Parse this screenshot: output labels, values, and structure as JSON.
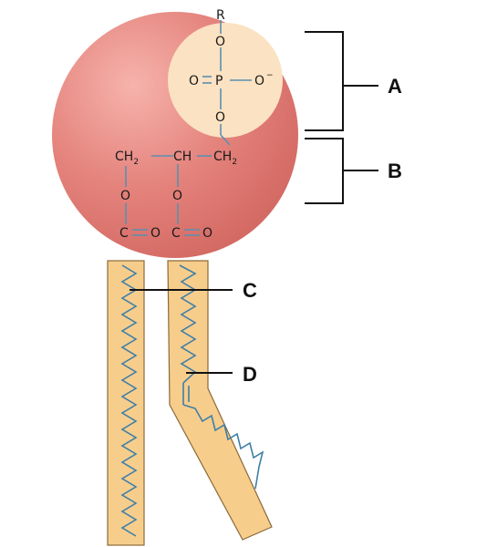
{
  "colors": {
    "head_outer": "#d9746f",
    "head_inner": "#f6a8a0",
    "phosphate_disc": "#fbe2c2",
    "tail_fill": "#f7cd8c",
    "tail_stroke": "#8a6a3a",
    "bond": "#5b8fb0",
    "chain": "#3e7fa6",
    "bracket": "#111111"
  },
  "head": {
    "r_group": "R",
    "o_top": "O",
    "o_bottom": "O",
    "o_left": "O",
    "p_atom": "P",
    "o_right": "O",
    "charge": "−",
    "ch2_left": "CH",
    "ch2_left_sub": "2",
    "ch_middle": "CH",
    "ch2_right": "CH",
    "ch2_right_sub": "2",
    "o_ester_left": "O",
    "o_ester_right": "O",
    "c_left": "C",
    "o_carbonyl_left": "O",
    "c_right": "C",
    "o_carbonyl_right": "O"
  },
  "labels": {
    "a": "A",
    "b": "B",
    "c": "C",
    "d": "D"
  }
}
